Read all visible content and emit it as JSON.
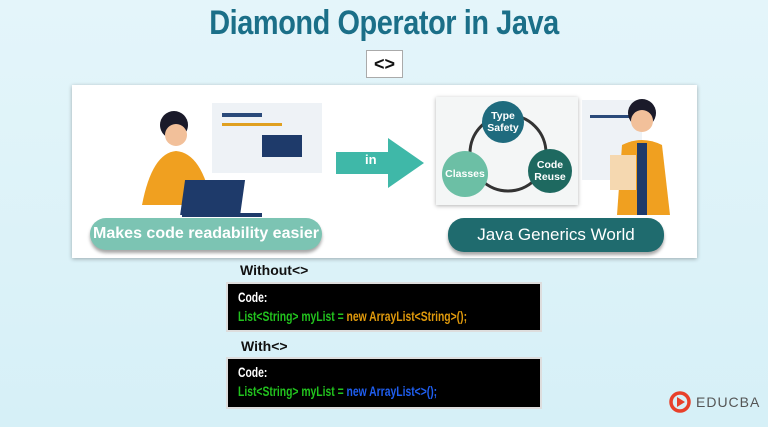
{
  "title": "Diamond Operator in Java",
  "diamond_label": "<>",
  "left_pill": "Makes code readability easier",
  "arrow_label": "in",
  "diagram": {
    "nodes": [
      "Type Safety",
      "Classes",
      "Code Reuse"
    ]
  },
  "right_pill": "Java Generics World",
  "without": {
    "heading": "Without<>",
    "code_label": "Code:",
    "code_decl": "List<String> myList = ",
    "code_expr": "new ArrayList<String>();"
  },
  "with": {
    "heading": "With<>",
    "code_label": "Code:",
    "code_decl": "List<String> myList = ",
    "code_expr": "new ArrayList<>();"
  },
  "logo": {
    "text": "EDUCBA"
  },
  "colors": {
    "title": "#1b6f88",
    "green": "#22c21e",
    "orange": "#e09a0c",
    "blue": "#1f5ef0"
  }
}
